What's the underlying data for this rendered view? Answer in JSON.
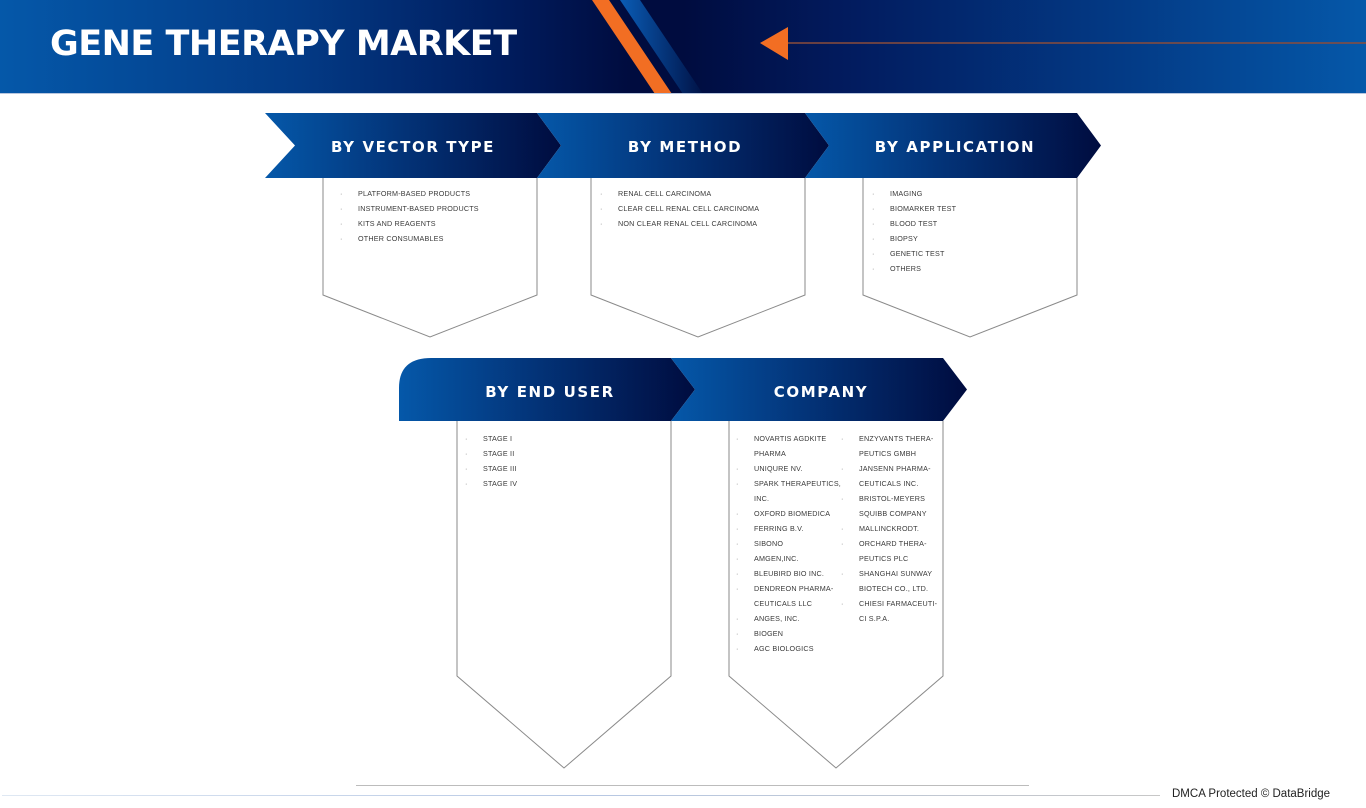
{
  "header": {
    "title": "GENE THERAPY MARKET",
    "colors": {
      "dark_navy": "#000c3f",
      "blue": "#0558a9",
      "orange": "#f26e23"
    }
  },
  "segments": [
    {
      "title": "BY VECTOR TYPE",
      "items": [
        "PLATFORM-BASED PRODUCTS",
        "INSTRUMENT-BASED PRODUCTS",
        "KITS AND REAGENTS",
        "OTHER CONSUMABLES"
      ]
    },
    {
      "title": "BY METHOD",
      "items": [
        "RENAL CELL CARCINOMA",
        "CLEAR CELL RENAL CELL CARCINOMA",
        "NON CLEAR RENAL CELL CARCINOMA"
      ]
    },
    {
      "title": "BY APPLICATION",
      "items": [
        "IMAGING",
        "BIOMARKER TEST",
        "BLOOD TEST",
        "BIOPSY",
        "GENETIC TEST",
        "OTHERS"
      ]
    },
    {
      "title": "BY END USER",
      "items": [
        "STAGE I",
        "STAGE II",
        "STAGE III",
        "STAGE IV"
      ]
    },
    {
      "title": "COMPANY",
      "columns": [
        [
          [
            "NOVARTIS AGDKITE",
            "PHARMA"
          ],
          [
            "UNIQURE NV."
          ],
          [
            "SPARK THERAPEUTICS,",
            "INC."
          ],
          [
            "OXFORD BIOMEDICA"
          ],
          [
            "FERRING B.V."
          ],
          [
            "SIBONO"
          ],
          [
            "AMGEN,INC."
          ],
          [
            "BLEUBIRD BIO INC."
          ],
          [
            "DENDREON PHARMA-",
            "CEUTICALS LLC"
          ],
          [
            "ANGES, INC."
          ],
          [
            "BIOGEN"
          ],
          [
            "AGC BIOLOGICS"
          ]
        ],
        [
          [
            "ENZYVANTS THERA-",
            "PEUTICS GMBH"
          ],
          [
            "JANSENN PHARMA-",
            "CEUTICALS INC."
          ],
          [
            "BRISTOL-MEYERS",
            "SQUIBB COMPANY"
          ],
          [
            "MALLINCKRODT."
          ],
          [
            "ORCHARD THERA-",
            "PEUTICS PLC"
          ],
          [
            "SHANGHAI SUNWAY",
            "BIOTECH CO., LTD."
          ],
          [
            "CHIESI FARMACEUTI-",
            "CI S.P.A."
          ]
        ]
      ]
    }
  ],
  "bullet": "·",
  "footer": {
    "text": "DMCA Protected © DataBridge"
  }
}
